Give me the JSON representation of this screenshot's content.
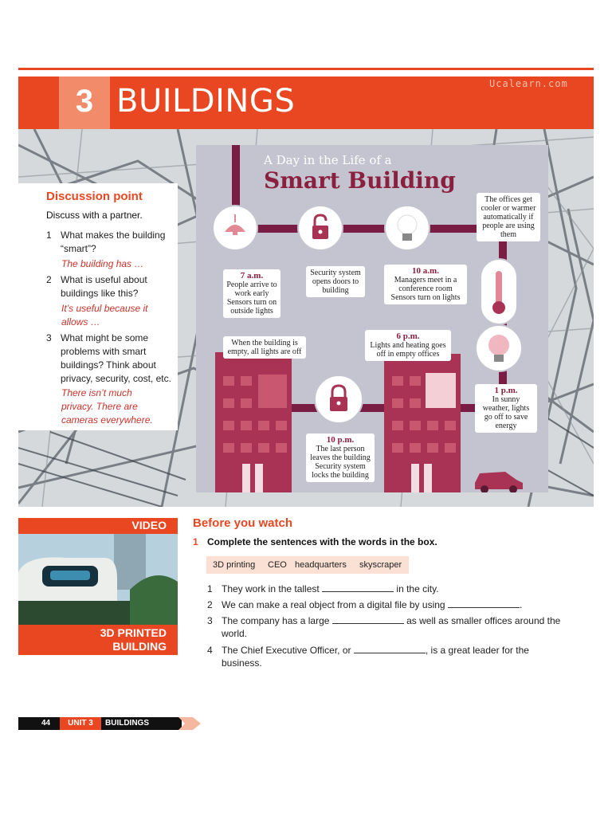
{
  "header": {
    "unit_number": "3",
    "title": "BUILDINGS",
    "watermark": "Ucalearn.com"
  },
  "discussion": {
    "heading": "Discussion point",
    "subheading": "Discuss with a partner.",
    "questions": [
      {
        "num": "1",
        "text": "What makes the building “smart”?",
        "answer": "The building has …"
      },
      {
        "num": "2",
        "text": "What is useful about buildings like this?",
        "answer": "It’s useful because it allows …"
      },
      {
        "num": "3",
        "text": "What might be some problems with smart buildings? Think about privacy, security, cost, etc.",
        "answer": "There isn’t much privacy. There are cameras everywhere."
      }
    ]
  },
  "infographic": {
    "title_small": "A Day in the Life of a",
    "title_big": "Smart Building",
    "events": [
      {
        "time": "7 a.m.",
        "text": "People arrive to work early Sensors turn on outside lights"
      },
      {
        "time": "",
        "text": "Security system opens doors to building"
      },
      {
        "time": "10 a.m.",
        "text": "Managers meet in a conference room Sensors turn on lights"
      },
      {
        "time": "",
        "text": "The offices get cooler or warmer automatically if people are using them"
      },
      {
        "time": "",
        "text": "When the building is empty, all lights are off"
      },
      {
        "time": "6 p.m.",
        "text": "Lights and heating goes off in empty offices"
      },
      {
        "time": "1 p.m.",
        "text": "In sunny weather, lights go off to save energy"
      },
      {
        "time": "10 p.m.",
        "text": "The last person leaves the building Security system locks the building"
      }
    ],
    "colors": {
      "accent": "#8b1f3f",
      "pipe": "#7a1d45",
      "building": "#a83355",
      "bg": "#c3c4cf"
    }
  },
  "video": {
    "label": "VIDEO",
    "caption_line1": "3D PRINTED",
    "caption_line2": "BUILDING"
  },
  "exercise": {
    "heading": "Before you watch",
    "number": "1",
    "instruction": "Complete the sentences with the words in the box.",
    "word_box": [
      "3D printing",
      "CEO",
      "headquarters",
      "skyscraper"
    ],
    "sentences": [
      {
        "num": "1",
        "before": "They work in the tallest",
        "after": "in the city."
      },
      {
        "num": "2",
        "before": "We can make a real object from a digital file by using",
        "after": "."
      },
      {
        "num": "3",
        "before": "The company has a large",
        "after": "as well as smaller offices around the world."
      },
      {
        "num": "4",
        "before": "The Chief Executive Officer, or",
        "after": ", is a great leader for the business."
      }
    ]
  },
  "footer": {
    "page_number": "44",
    "unit_label": "UNIT 3",
    "unit_name": "BUILDINGS"
  },
  "colors": {
    "brand": "#e84722",
    "brand_light": "#f28b6a",
    "answer": "#c9322a"
  }
}
